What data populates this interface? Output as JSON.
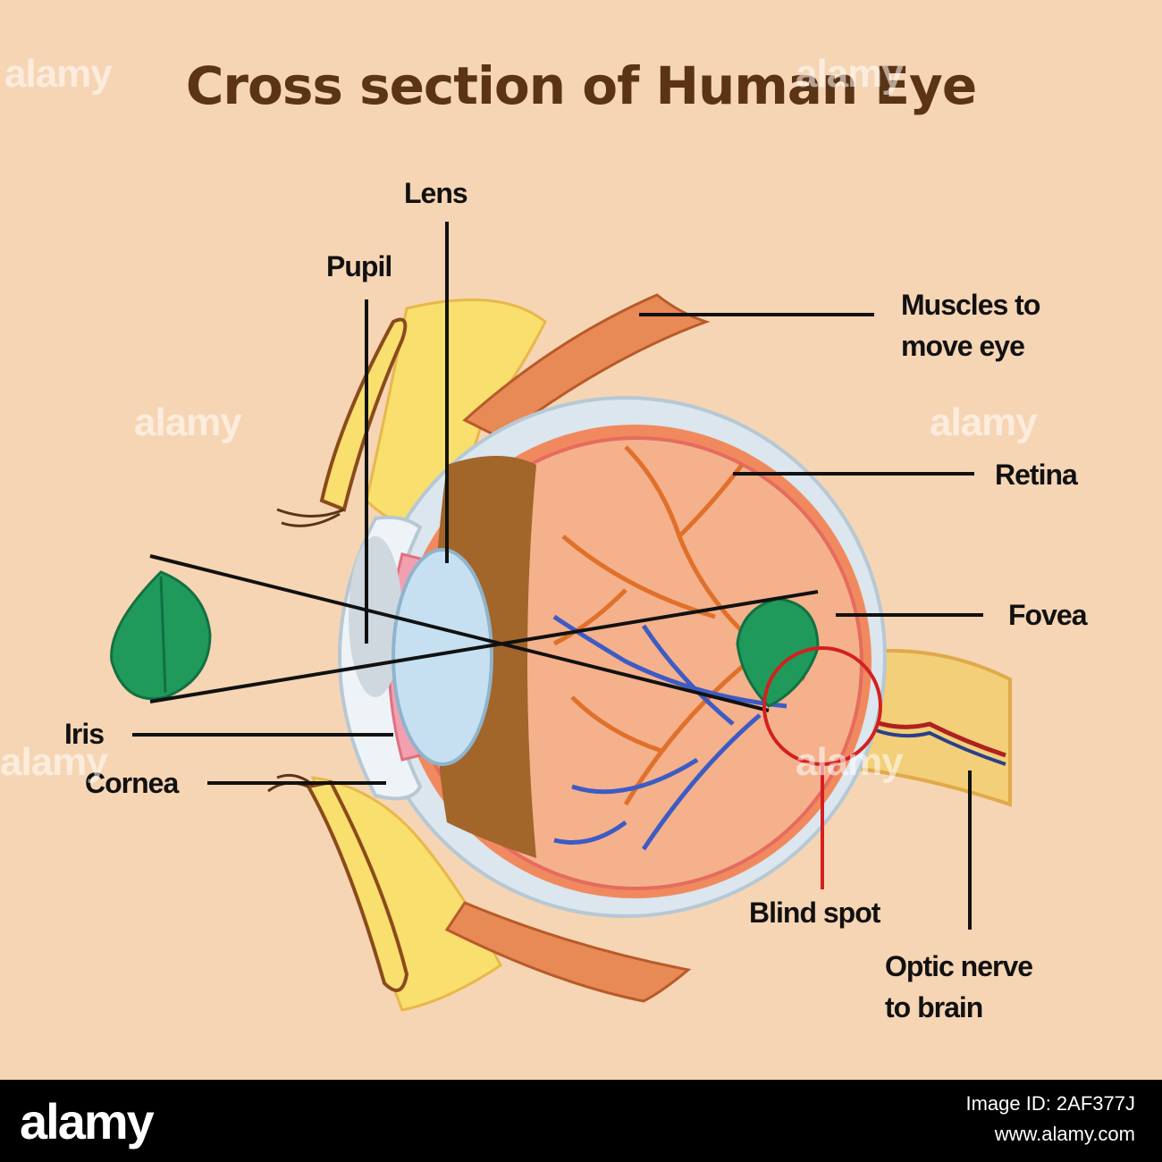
{
  "title": "Cross section of Human Eye",
  "labels": {
    "lens": "Lens",
    "pupil": "Pupil",
    "muscles_line1": "Muscles to",
    "muscles_line2": "move eye",
    "retina": "Retina",
    "fovea": "Fovea",
    "iris": "Iris",
    "cornea": "Cornea",
    "blind_spot": "Blind spot",
    "optic_line1": "Optic nerve",
    "optic_line2": "to brain"
  },
  "watermark": "alamy",
  "footer": {
    "logo": "alamy",
    "image_id": "Image ID: 2AF377J",
    "site": "www.alamy.com"
  },
  "colors": {
    "background": "#f6d5b4",
    "title": "#5b3416",
    "leaf": "#1f9a5a",
    "blind_spot_ring": "#d32020",
    "artery": "#e0702a",
    "vein": "#3d5bc4"
  }
}
